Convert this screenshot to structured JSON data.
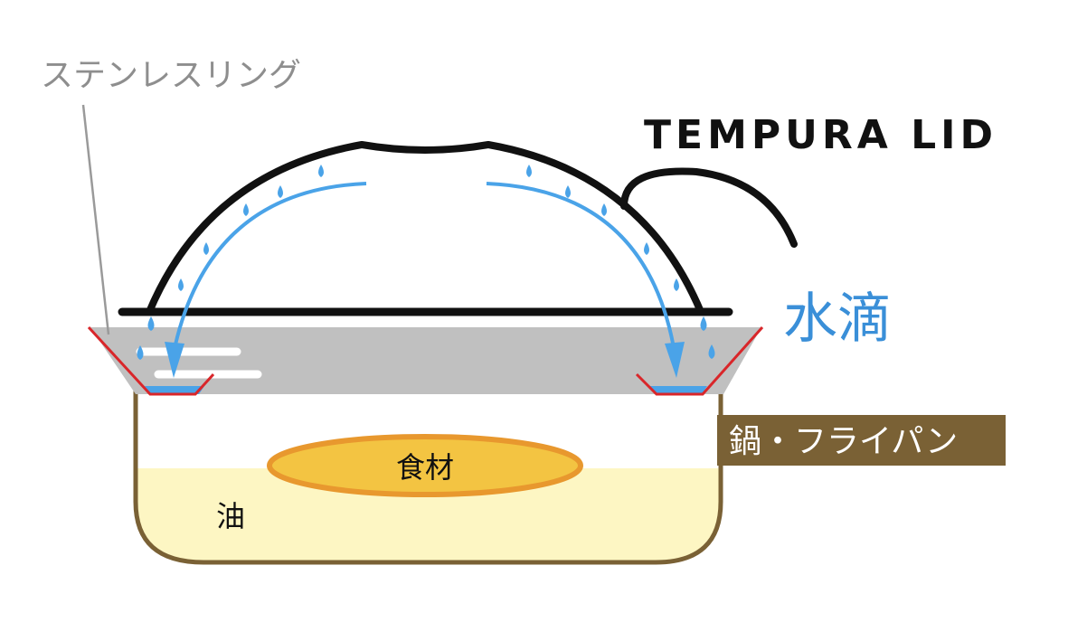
{
  "labels": {
    "stainless_ring": "ステンレスリング",
    "title": "TEMPURA LID",
    "water_drops": "水滴",
    "pan": "鍋・フライパン",
    "food": "食材",
    "oil": "油"
  },
  "colors": {
    "water": "#4aa3e8",
    "water_label": "#3a8fd8",
    "pan": "#7a6135",
    "ring_edge": "#d9262a",
    "ring_fill": "#c0c0c0",
    "oil": "#fdf6c3",
    "food_fill": "#f3c442",
    "food_edge": "#e8982e"
  }
}
